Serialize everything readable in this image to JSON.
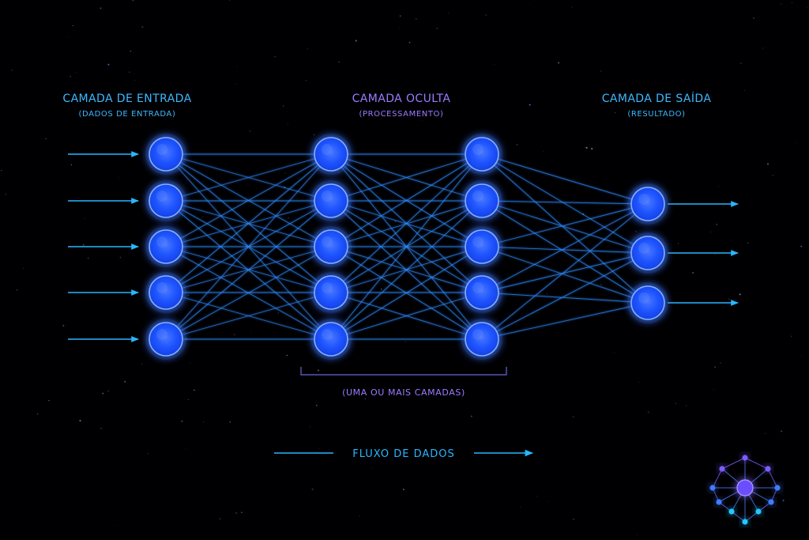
{
  "layers": {
    "input": {
      "title": "CAMADA DE ENTRADA",
      "subtitle": "(DADOS DE ENTRADA)",
      "neurons": 5
    },
    "hidden": {
      "title": "CAMADA OCULTA",
      "subtitle": "(PROCESSAMENTO)",
      "columns": 2,
      "neurons_per_column": 5,
      "caption": "(UMA OU MAIS CAMADAS)"
    },
    "output": {
      "title": "CAMADA DE SAÍDA",
      "subtitle": "(RESULTADO)",
      "neurons": 3
    }
  },
  "flow": {
    "label": "FLUXO DE DADOS"
  },
  "icon": {
    "name": "neural-network-logo-icon"
  },
  "colors": {
    "background": "#000003",
    "input_text": "#3db8ff",
    "hidden_text": "#9b7cff",
    "output_text": "#3db8ff",
    "neuron": "#1e5bff",
    "connection": "#2f8cff",
    "arrow": "#29b6ff",
    "logo_violet": "#7b5cff",
    "logo_cyan": "#22c8ff"
  }
}
